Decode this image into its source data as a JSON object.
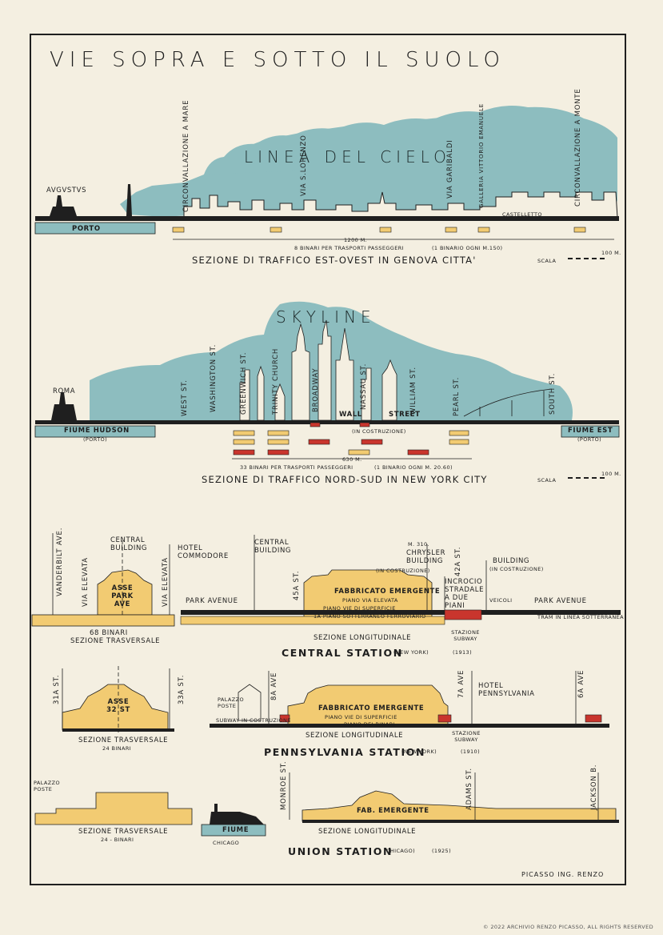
{
  "main_title": "VIE SOPRA E SOTTO IL SUOLO",
  "colors": {
    "sky": "#8dbdbf",
    "building": "#f2cb72",
    "rail": "#c9352d",
    "ink": "#1f1f1f",
    "paper": "#f4efe1"
  },
  "genova": {
    "sky_label": "LINEA DEL CIELO",
    "augustus": "AVGVSTVS",
    "porto": "PORTO",
    "streets": [
      "CIRCONVALLAZIONE A MARE",
      "VIA S.LORENZO",
      "VIA GARIBALDI",
      "GALLERIA VITTORIO EMANUELE",
      "CIRCONVALLAZIONE A MONTE"
    ],
    "castelletto": "CASTELLETTO",
    "dist_1200": "1200 m.",
    "binari_note": "8 BINARI PER TRASPORTI PASSEGGERI",
    "binari_ogni": "(1 BINARIO OGNI m.150)",
    "caption": "SEZIONE DI TRAFFICO EST-OVEST IN GENOVA CITTA'",
    "scala": "SCALA",
    "scala_val": "100 m."
  },
  "newyork": {
    "sky_label": "SKYLINE",
    "roma": "ROMA",
    "fiume_hudson": "FIUME HUDSON",
    "porto_left": "(PORTO)",
    "fiume_est": "FIUME EST",
    "porto_right": "(PORTO)",
    "streets": [
      "WEST ST.",
      "WASHINGTON ST.",
      "GREENWICH ST.",
      "TRINITY CHURCH",
      "BROADWAY",
      "NASSAU ST.",
      "WILLIAM ST.",
      "PEARL ST.",
      "SOUTH ST."
    ],
    "wall": "WALL",
    "street": "STREET",
    "in_costruzione": "(IN COSTRUZIONE)",
    "dist_630": "630 m.",
    "binari_note": "33 BINARI PER TRASPORTI PASSEGGERI",
    "binari_ogni": "(1 BINARIO OGNI m. 20.60)",
    "caption": "SEZIONE DI TRAFFICO NORD-SUD IN NEW YORK CITY",
    "scala": "SCALA",
    "scala_val": "100 m."
  },
  "central": {
    "vanderbilt": "VANDERBILT AVE.",
    "via_elevata": "VIA ELEVATA",
    "central_building": "CENTRAL BUILDING",
    "asse_park": "ASSE PARK AVE",
    "hotel_commodore": "HOTEL COMMODORE",
    "binari": "68 BINARI",
    "sez_trasversale": "SEZIONE TRASVERSALE",
    "park_avenue": "PARK AVENUE",
    "central_building2": "CENTRAL BUILDING",
    "st45": "45a ST.",
    "fabbricato": "FABBRICATO EMERGENTE",
    "piano_elevata": "PIANO VIA ELEVATA",
    "piano_superficie": "PIANO VIE DI SUPERFICIE",
    "piano_sotterraneo": "1a PIANO SOTTERRANEO FERROVIARIO",
    "m310": "m. 310.",
    "chrysler": "CHRYSLER BUILDING",
    "in_costruzione": "(IN COSTRUZIONE)",
    "st42": "42a ST.",
    "incrocio": "INCROCIO STRADALE A DUE PIANI",
    "building": "BUILDING",
    "in_costruzione2": "(IN COSTRUZIONE)",
    "veicoli": "VEICOLI",
    "park_avenue2": "PARK AVENUE",
    "tram": "TRAM IN LINEA SOTTERRANEA",
    "sez_longitudinale": "SEZIONE LONGITUDINALE",
    "stazione_subway": "STAZIONE SUBWAY",
    "caption": "CENTRAL STATION",
    "caption_city": "(NEW YORK)",
    "year": "(1913)"
  },
  "penn": {
    "st31": "31a ST.",
    "st33": "33a ST.",
    "asse": "ASSE 32 ST",
    "sez_trasversale": "SEZIONE TRASVERSALE",
    "binari": "24 BINARI",
    "palazzo_poste": "PALAZZO POSTE",
    "ave8": "8a AVE",
    "subway_costruzione": "SUBWAY IN COSTRUZIONE",
    "fabbricato": "FABBRICATO EMERGENTE",
    "piano_superficie": "PIANO VIE DI SUPERFICIE",
    "piano_binari": "PIANO DEI BINARI",
    "ave7": "7a AVE",
    "hotel": "HOTEL PENNSYLVANIA",
    "ave6": "6a AVE",
    "sez_longitudinale": "SEZIONE LONGITUDINALE",
    "stazione_subway": "STAZIONE SUBWAY",
    "caption": "PENNSYLVANIA STATION",
    "caption_city": "(NEW YORK)",
    "year": "(1910)"
  },
  "union": {
    "palazzo_poste": "PALAZZO POSTE",
    "sez_trasversale": "SEZIONE TRASVERSALE",
    "binari": "24 - BINARI",
    "fiume": "FIUME",
    "chicago": "CHICAGO",
    "monroe": "MONROE ST.",
    "fab": "FAB. EMERGENTE",
    "adams": "ADAMS ST.",
    "jackson": "JACKSON B.",
    "sez_longitudinale": "SEZIONE LONGITUDINALE",
    "caption": "UNION STATION",
    "caption_city": "(CHICAGO)",
    "year": "(1925)"
  },
  "signature": "PICASSO ING. RENZO",
  "copyright": "© 2022 ARCHIVIO RENZO PICASSO, ALL RIGHTS RESERVED"
}
